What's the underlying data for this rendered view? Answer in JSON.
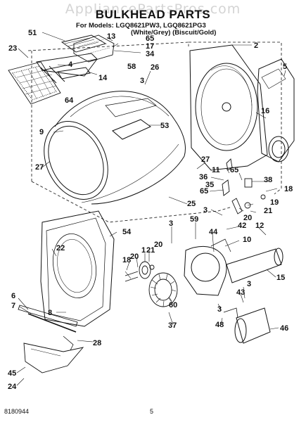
{
  "watermark": "AppliancePartsPros.com",
  "title": "BULKHEAD PARTS",
  "subtitle_models": "For Models: LGQ8621PW3, LGQ8621PG3",
  "subtitle_colors": "(White/Grey)    (Biscuit/Gold)",
  "footer": {
    "doc_number": "8180944",
    "page": "5"
  },
  "callouts": {
    "c51": "51",
    "c13": "13",
    "c65a": "65",
    "c17": "17",
    "c34": "34",
    "c2": "2",
    "c5": "5",
    "c23": "23",
    "c4": "4",
    "c58": "58",
    "c14": "14",
    "c26": "26",
    "c3a": "3",
    "c64": "64",
    "c16": "16",
    "c53": "53",
    "c9": "9",
    "c27a": "27",
    "c27b": "27",
    "c36": "36",
    "c11": "11",
    "c65b": "65",
    "c38": "38",
    "c35": "35",
    "c18a": "18",
    "c65c": "65",
    "c19": "19",
    "c25": "25",
    "c3b": "3",
    "c20a": "20",
    "c21a": "21",
    "c54": "54",
    "c3c": "3",
    "c59": "59",
    "c42": "42",
    "c12": "12",
    "c44": "44",
    "c22": "22",
    "c20b": "20",
    "c1": "1",
    "c21b": "21",
    "c10": "10",
    "c18b": "18",
    "c20c": "20",
    "c15": "15",
    "c3d": "3",
    "c43": "43",
    "c6": "6",
    "c7": "7",
    "c8": "8",
    "c60": "60",
    "c37": "37",
    "c28": "28",
    "c3e": "3",
    "c48": "48",
    "c46": "46",
    "c45": "45",
    "c24": "24"
  }
}
